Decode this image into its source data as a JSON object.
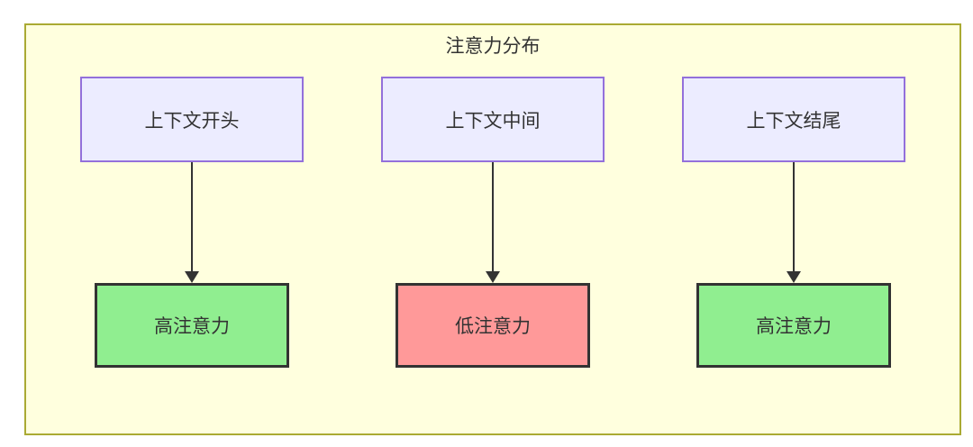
{
  "diagram": {
    "title": "注意力分布",
    "columns": [
      {
        "source": "上下文开头",
        "target": "高注意力",
        "level": "high"
      },
      {
        "source": "上下文中间",
        "target": "低注意力",
        "level": "low"
      },
      {
        "source": "上下文结尾",
        "target": "高注意力",
        "level": "high"
      }
    ],
    "colors": {
      "container_bg": "#ffffde",
      "container_border": "#aaaa33",
      "source_bg": "#ececff",
      "source_border": "#9370db",
      "high_bg": "#90ee90",
      "low_bg": "#ff9999",
      "node_border_dark": "#333333",
      "arrow": "#333333",
      "text": "#333333"
    }
  }
}
